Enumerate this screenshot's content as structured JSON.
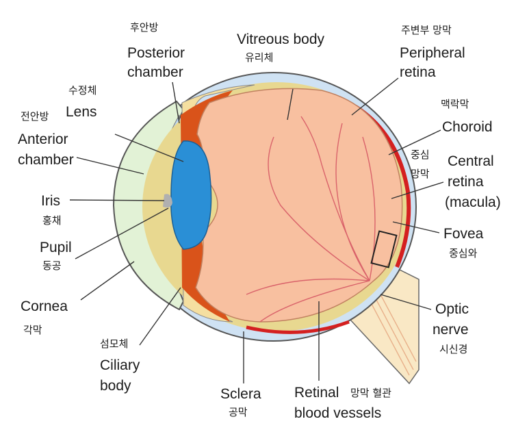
{
  "labels": {
    "posterior_chamber": {
      "ko": "후안방",
      "en1": "Posterior",
      "en2": "chamber"
    },
    "vitreous_body": {
      "en": "Vitreous body",
      "ko": "유리체"
    },
    "peripheral_retina": {
      "ko": "주변부 망막",
      "en1": "Peripheral",
      "en2": "retina"
    },
    "lens": {
      "ko": "수정체",
      "en": "Lens"
    },
    "choroid": {
      "ko": "맥락막",
      "en": "Choroid"
    },
    "anterior_chamber": {
      "ko": "전안방",
      "en1": "Anterior",
      "en2": "chamber"
    },
    "central_retina": {
      "ko1": "중심",
      "ko2": "망막",
      "en1": "Central",
      "en2": "retina",
      "en3": "(macula)"
    },
    "iris": {
      "en": "Iris",
      "ko": "홍채"
    },
    "fovea": {
      "en": "Fovea",
      "ko": "중심와"
    },
    "pupil": {
      "en": "Pupil",
      "ko": "동공"
    },
    "cornea": {
      "en": "Cornea",
      "ko": "각막"
    },
    "optic_nerve": {
      "en1": "Optic",
      "en2": "nerve",
      "ko": "시신경"
    },
    "ciliary_body": {
      "ko": "섬모체",
      "en1": "Ciliary",
      "en2": "body"
    },
    "sclera": {
      "en": "Sclera",
      "ko": "공막"
    },
    "retinal_vessels": {
      "en1": "Retinal",
      "ko": "망막 혈관",
      "en2": "blood vessels"
    }
  },
  "colors": {
    "sclera": "#cfe2f3",
    "cornea": "#e2f2d6",
    "vitreous": "#f8c0a0",
    "lens": "#2a8fd6",
    "choroid": "#d9531a",
    "ciliary": "#f5dfa0",
    "optic_nerve": "#f9e8c5",
    "retina_red": "#d42020",
    "vessels": "#d9626a",
    "outline": "#555555"
  }
}
